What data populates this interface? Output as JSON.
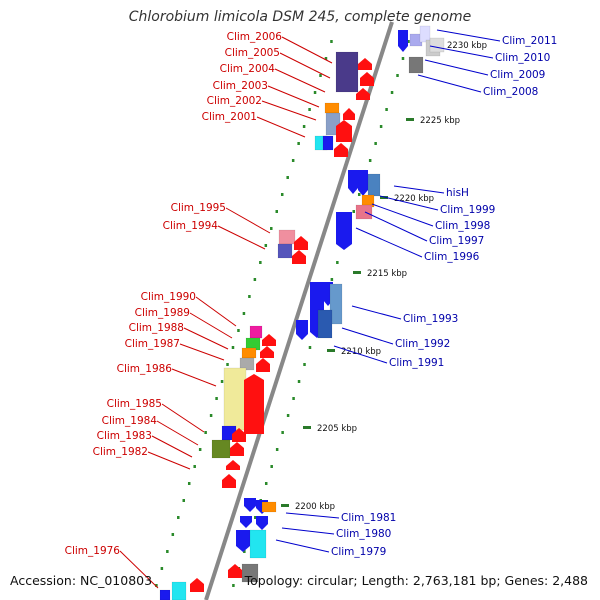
{
  "title": "Chlorobium limicola DSM 245, complete genome",
  "footer": {
    "accession": "Accession: NC_010803",
    "topology": "Topology: circular; Length: 2,763,181 bp; Genes: 2,488"
  },
  "colors": {
    "left_label": "#cc0000",
    "right_label": "#0000aa",
    "leader_left": "#cc0000",
    "leader_right": "#0000cc",
    "axis": "#888888",
    "tick_dots": "#2a8a2a"
  },
  "kbp_marks": [
    "2230 kbp",
    "2225 kbp",
    "2220 kbp",
    "2215 kbp",
    "2210 kbp",
    "2205 kbp",
    "2200 kbp"
  ],
  "left_genes": [
    "Clim_2006",
    "Clim_2005",
    "Clim_2004",
    "Clim_2003",
    "Clim_2002",
    "Clim_2001",
    "Clim_1995",
    "Clim_1994",
    "Clim_1990",
    "Clim_1989",
    "Clim_1988",
    "Clim_1987",
    "Clim_1986",
    "Clim_1985",
    "Clim_1984",
    "Clim_1983",
    "Clim_1982",
    "Clim_1976"
  ],
  "right_genes": [
    "Clim_2011",
    "Clim_2010",
    "Clim_2009",
    "Clim_2008",
    "hisH",
    "Clim_1999",
    "Clim_1998",
    "Clim_1997",
    "Clim_1996",
    "Clim_1993",
    "Clim_1992",
    "Clim_1991",
    "Clim_1981",
    "Clim_1980",
    "Clim_1979"
  ]
}
